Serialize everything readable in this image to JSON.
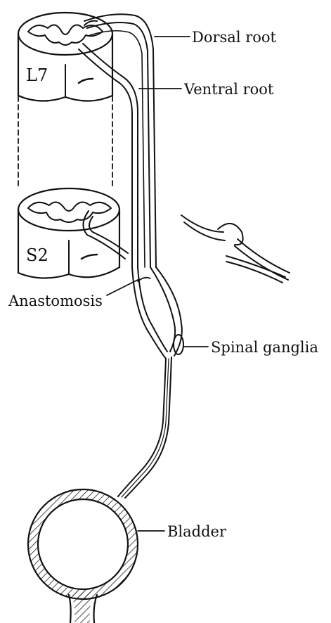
{
  "labels": {
    "dorsal_root": "Dorsal root",
    "ventral_root": "Ventral root",
    "segment_l7": "L7",
    "segment_s2": "S2",
    "anastomosis": "Anastomosis",
    "spinal_ganglia": "Spinal ganglia",
    "bladder": "Bladder"
  },
  "colors": {
    "ink": "#111111",
    "background": "#ffffff"
  }
}
